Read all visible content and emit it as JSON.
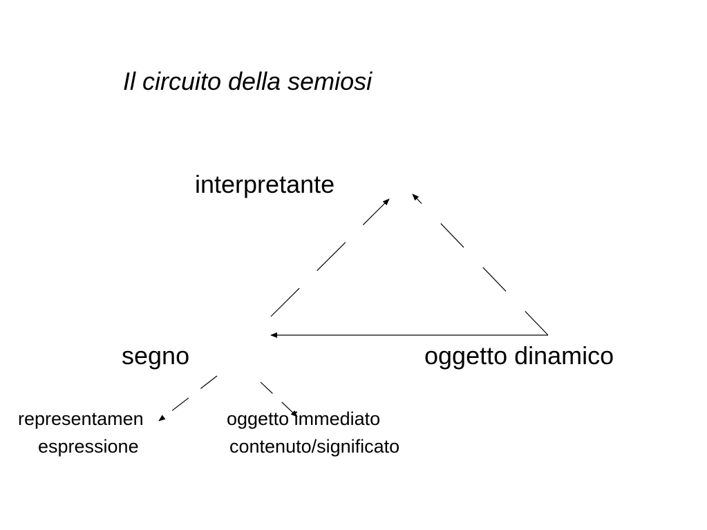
{
  "title": "Il circuito della semiosi",
  "nodes": {
    "interpretante": "interpretante",
    "segno": "segno",
    "oggetto_dinamico": "oggetto dinamico",
    "representamen": "representamen",
    "espressione": "espressione",
    "oggetto_immediato": "oggetto immediato",
    "contenuto": "contenuto/significato"
  },
  "edges": [
    {
      "from": "segno",
      "to": "interpretante",
      "style": "dashed",
      "arrow": true
    },
    {
      "from": "oggetto_dinamico",
      "to": "interpretante",
      "style": "dashed",
      "arrow": true
    },
    {
      "from": "oggetto_dinamico",
      "to": "segno",
      "style": "solid",
      "arrow": true
    },
    {
      "from": "segno",
      "to": "representamen",
      "style": "dashed",
      "arrow": true
    },
    {
      "from": "segno",
      "to": "oggetto_immediato",
      "style": "dashed",
      "arrow": true
    }
  ],
  "colors": {
    "background": "#ffffff",
    "ink": "#000000"
  }
}
